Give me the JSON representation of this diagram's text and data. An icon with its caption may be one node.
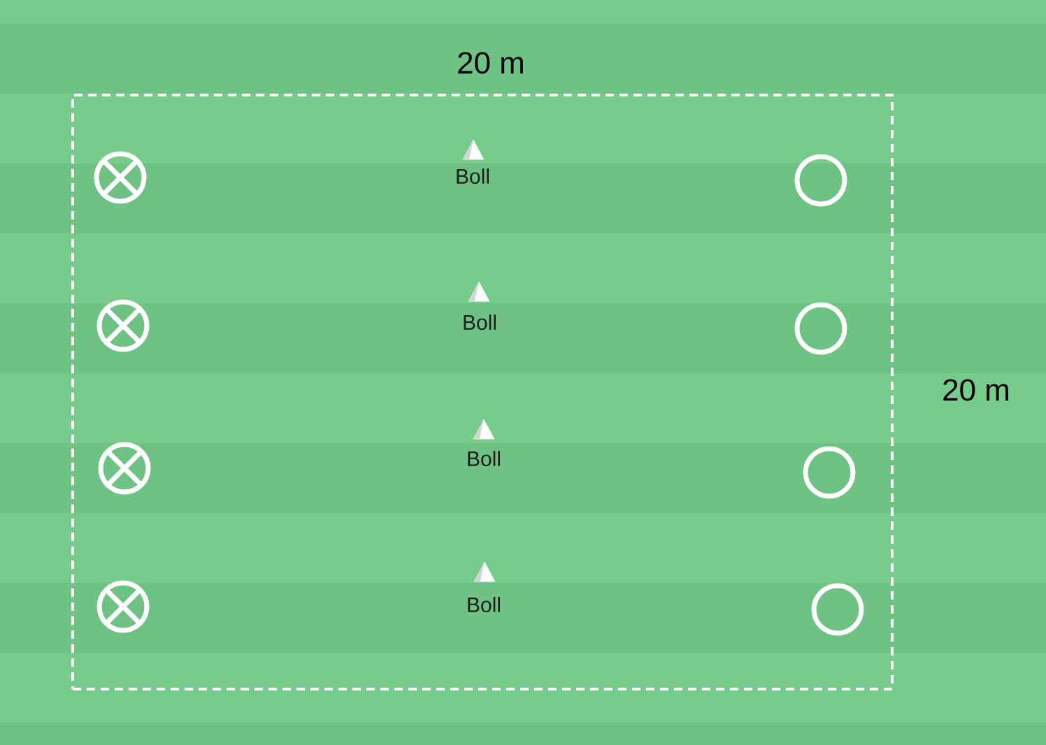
{
  "diagram": {
    "nodes": [
      {
        "text": [],
        "shape": "box"
      },
      {
        "text": [],
        "shape": "crossed-circle",
        "in": 0
      },
      {
        "text": [],
        "shape": "cone",
        "in": 0,
        "beside": [
          "Boll"
        ]
      },
      {
        "text": [],
        "shape": "circle",
        "in": 0
      },
      {
        "text": [],
        "shape": "crossed-circle",
        "in": 0
      },
      {
        "text": [],
        "shape": "cone",
        "in": 0,
        "beside": [
          "Boll"
        ]
      },
      {
        "text": [],
        "shape": "circle",
        "in": 0
      },
      {
        "text": [],
        "shape": "crossed-circle",
        "in": 0
      },
      {
        "text": [],
        "shape": "cone",
        "in": 0,
        "beside": [
          "Boll"
        ]
      },
      {
        "text": [],
        "shape": "circle",
        "in": 0
      },
      {
        "text": [],
        "shape": "crossed-circle",
        "in": 0
      },
      {
        "text": [],
        "shape": "cone",
        "in": 0,
        "beside": [
          "Boll"
        ]
      },
      {
        "text": [],
        "shape": "circle",
        "in": 0
      }
    ],
    "labels": [
      "20 m",
      "20 m"
    ]
  }
}
